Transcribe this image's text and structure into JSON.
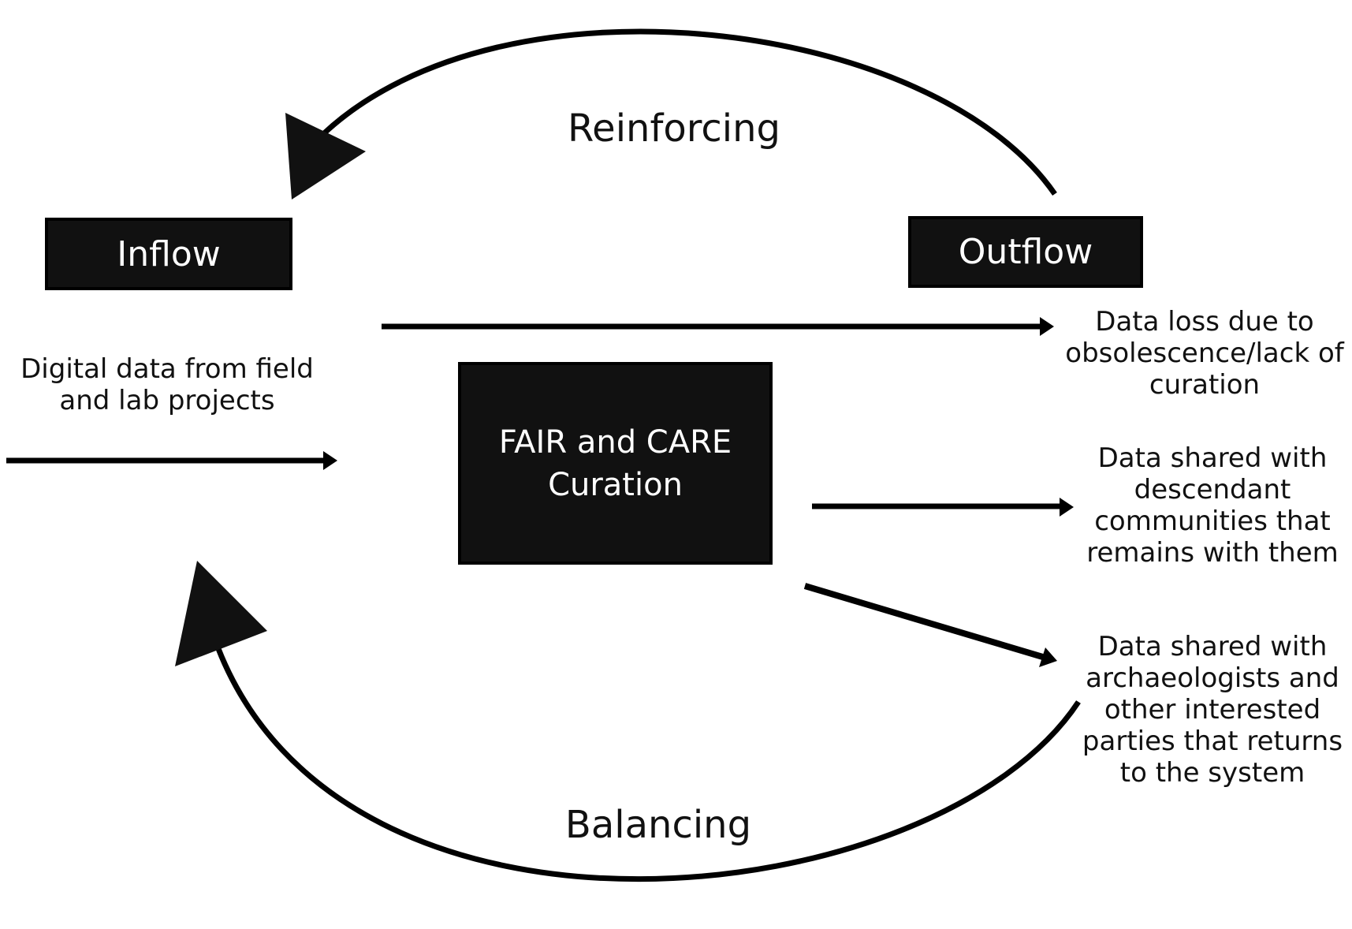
{
  "loops": {
    "reinforcing": "Reinforcing",
    "balancing": "Balancing"
  },
  "boxes": {
    "inflow": "Inflow",
    "outflow": "Outflow",
    "center_line1": "FAIR and CARE",
    "center_line2": "Curation"
  },
  "inflow_source": {
    "line1": "Digital data from field",
    "line2": "and lab projects"
  },
  "outflows": {
    "loss": {
      "line1": "Data loss due to",
      "line2": "obsolescence/lack of",
      "line3": "curation"
    },
    "descendant": {
      "line1": "Data shared with",
      "line2": "descendant",
      "line3": "communities that",
      "line4": "remains with them"
    },
    "archaeologists": {
      "line1": "Data shared with",
      "line2": "archaeologists and",
      "line3": "other interested",
      "line4": "parties that returns",
      "line5": "to the system"
    }
  },
  "colors": {
    "ink": "#111111",
    "box_fill": "#111111",
    "box_text": "#ffffff",
    "background": "#ffffff"
  }
}
